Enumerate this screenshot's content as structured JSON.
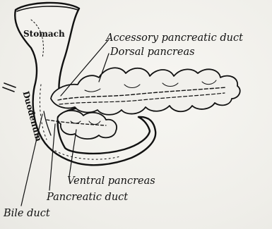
{
  "figure": {
    "organs": {
      "stomach": "Stomach",
      "duodenum": "Duodenum"
    },
    "labels": {
      "accessory_pancreatic_duct": "Accessory pancreatic duct",
      "dorsal_pancreas": "Dorsal pancreas",
      "ventral_pancreas": "Ventral pancreas",
      "pancreatic_duct": "Pancreatic duct",
      "bile_duct": "Bile duct"
    },
    "colors": {
      "ink": "#111111",
      "background": "#f4f3ef"
    }
  }
}
